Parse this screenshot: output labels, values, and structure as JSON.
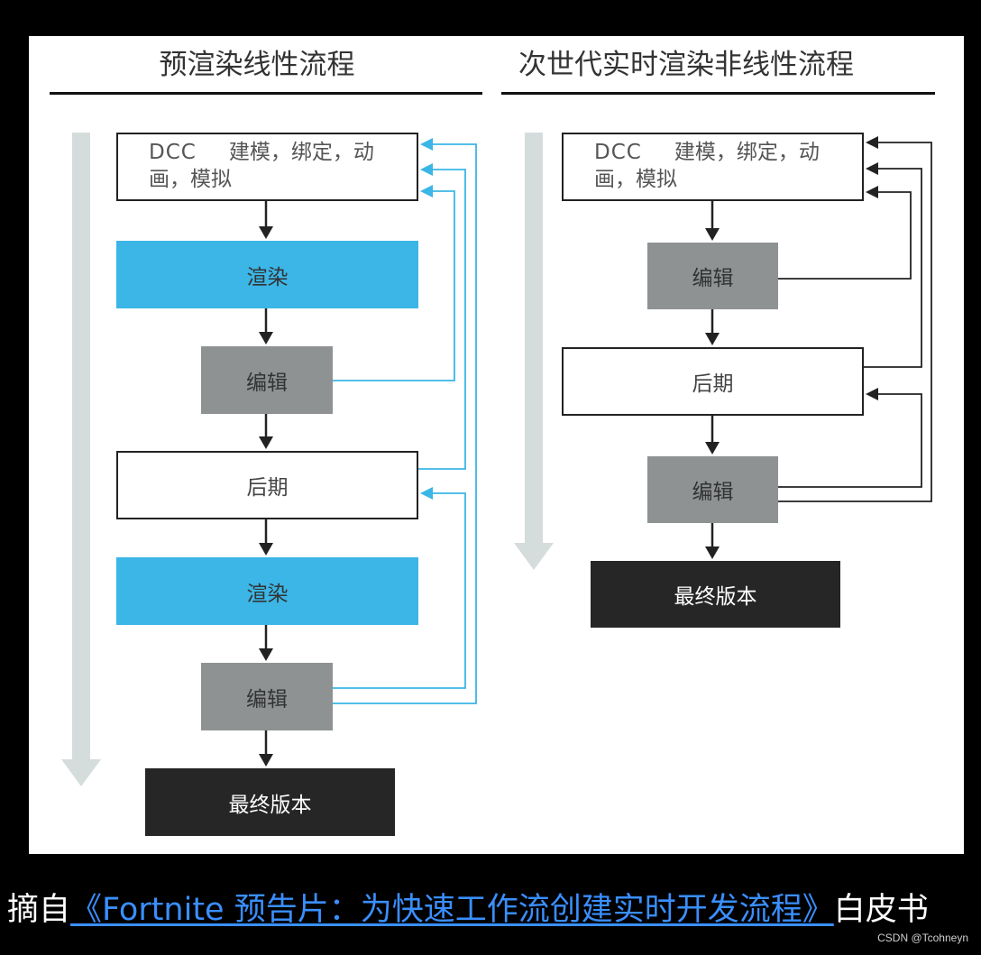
{
  "left_flow": {
    "title": "预渲染线性流程",
    "dcc": {
      "label": "DCC",
      "text": "建模，绑定，动画，模拟"
    },
    "steps": [
      "渲染",
      "编辑",
      "后期",
      "渲染",
      "编辑"
    ],
    "final": "最终版本"
  },
  "right_flow": {
    "title": "次世代实时渲染非线性流程",
    "dcc": {
      "label": "DCC",
      "text": "建模，绑定，动画，模拟"
    },
    "steps": [
      "编辑",
      "后期",
      "编辑"
    ],
    "final": "最终版本"
  },
  "caption": {
    "prefix": "摘自",
    "link_text": "《Fortnite 预告片：为快速工作流创建实时开发流程》",
    "suffix": "白皮书"
  },
  "watermark": "CSDN @Tcohneyn",
  "colors": {
    "render_blue": "#3bb6e6",
    "edit_gray": "#8e9293",
    "final_dark": "#262626",
    "feedback_line_left": "#3bb6e6",
    "feedback_line_right": "#222222",
    "timeline_arrow": "#d5dcdc"
  }
}
